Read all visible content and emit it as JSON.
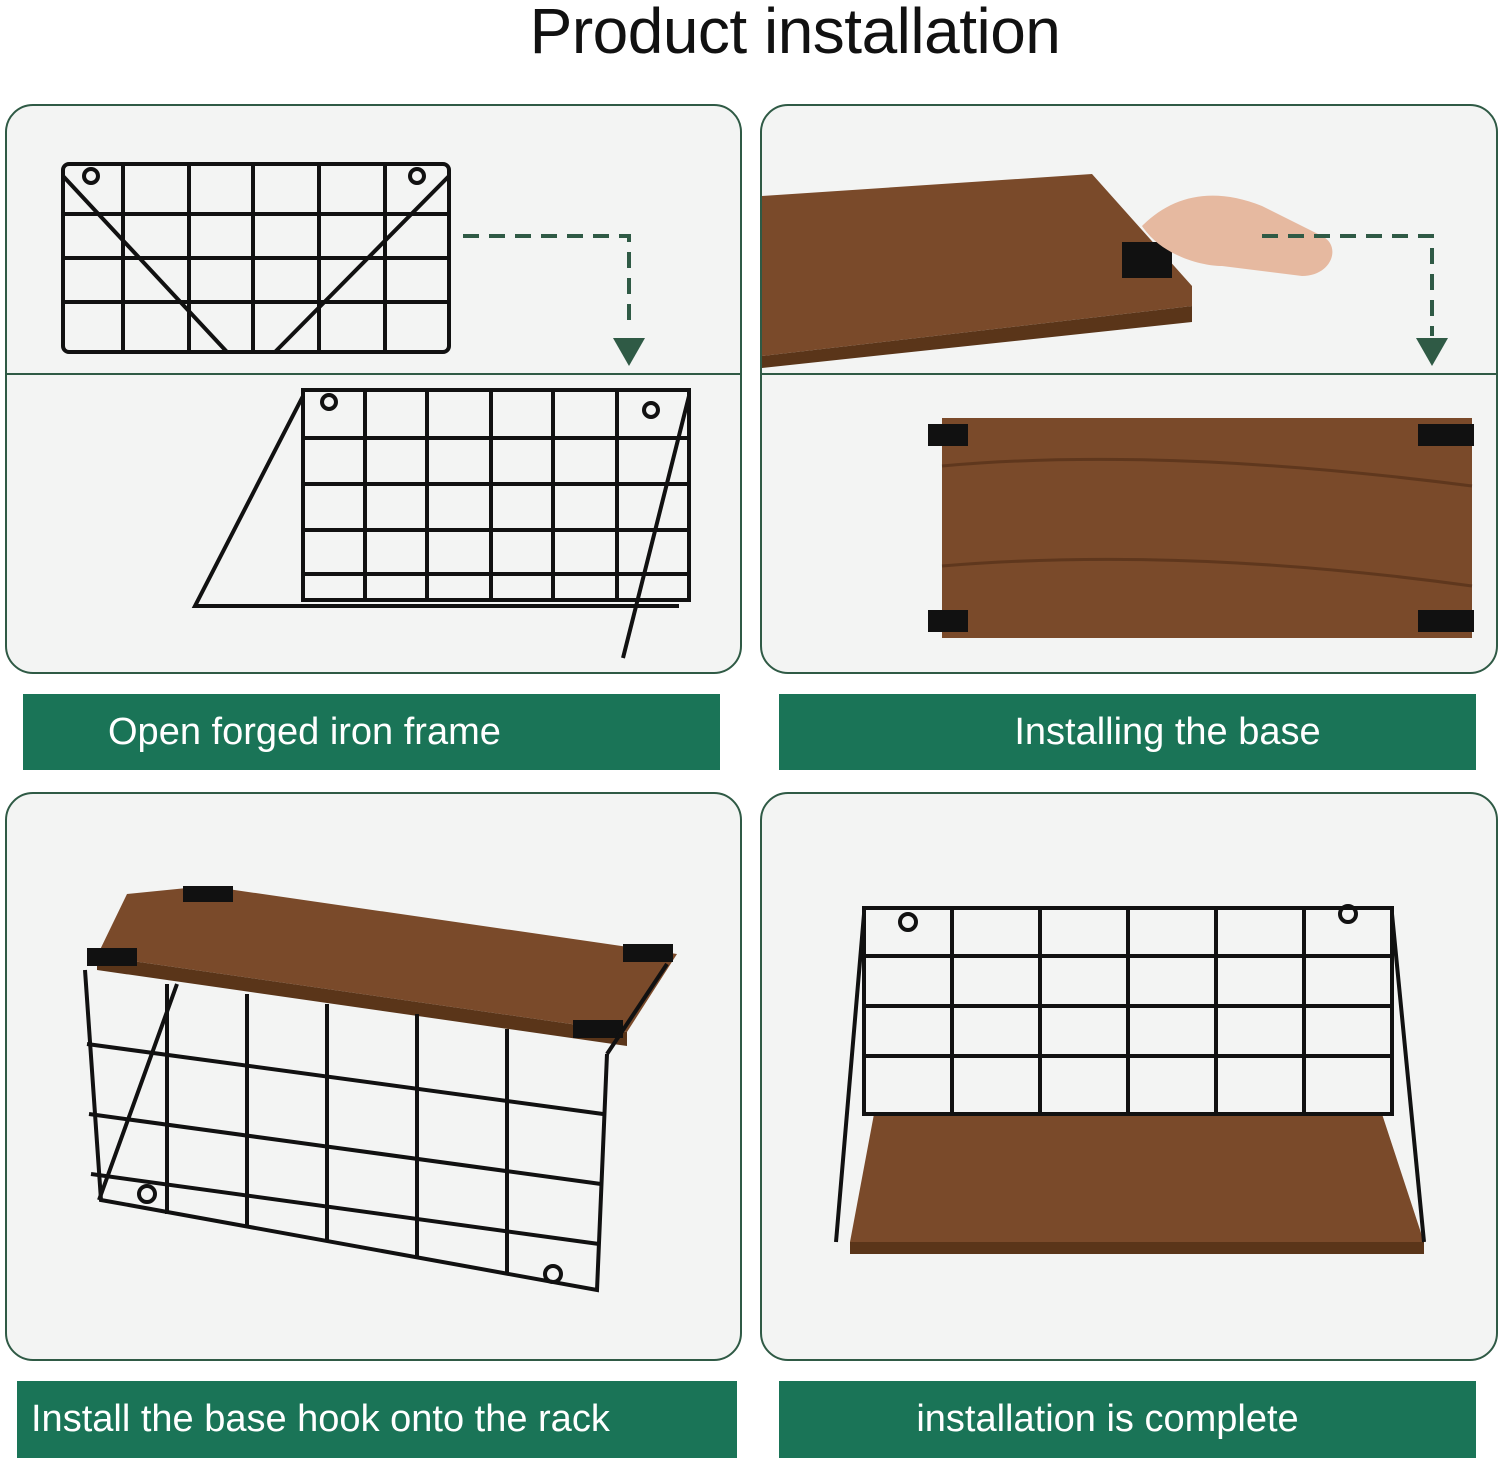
{
  "title": "Product installation",
  "steps": [
    {
      "label": "Open forged iron frame"
    },
    {
      "label": "Installing the base"
    },
    {
      "label": "Install the base hook onto the rack"
    },
    {
      "label": "installation is complete"
    }
  ],
  "colors": {
    "accent": "#1a7457",
    "border": "#2f5a45",
    "panel": "#f3f4f3",
    "wood": "#7a4a2a"
  }
}
